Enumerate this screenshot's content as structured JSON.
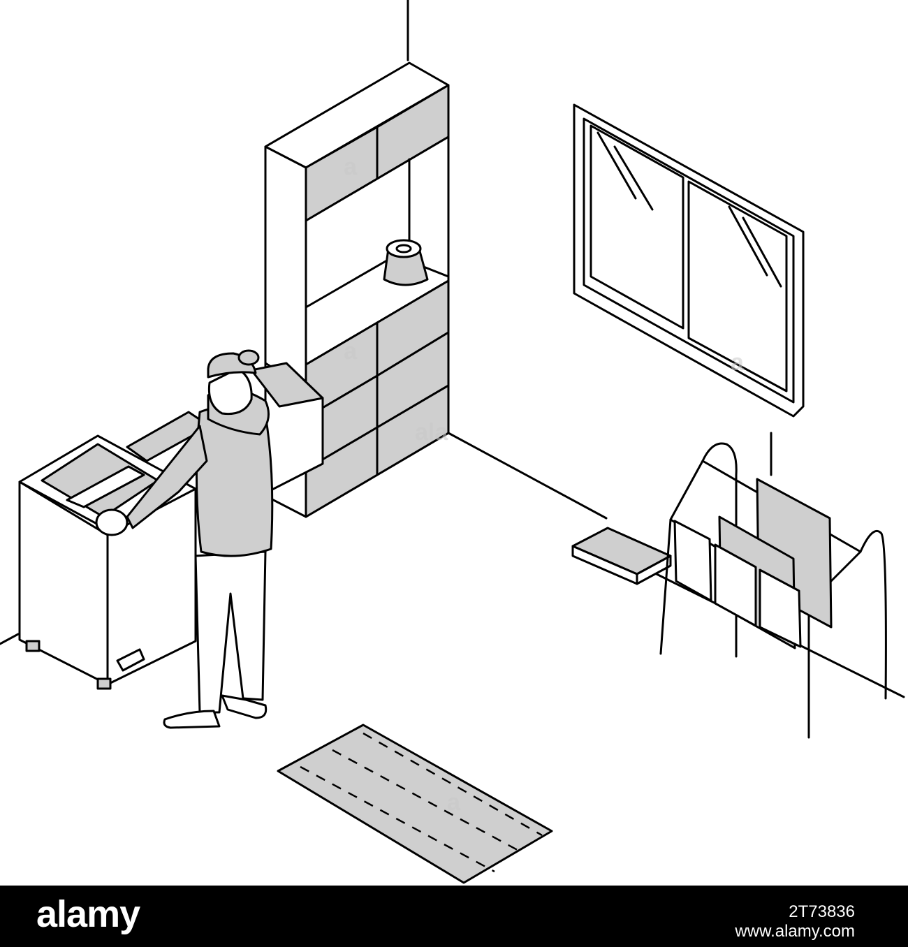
{
  "scene": {
    "colors": {
      "line": "#000000",
      "fill": "#cfcfcf",
      "background": "#ffffff"
    }
  },
  "watermark": {
    "text": "a",
    "mid_text": "ala"
  },
  "footer": {
    "brand": "alamy",
    "image_id": "2T73836",
    "url": "www.alamy.com"
  }
}
